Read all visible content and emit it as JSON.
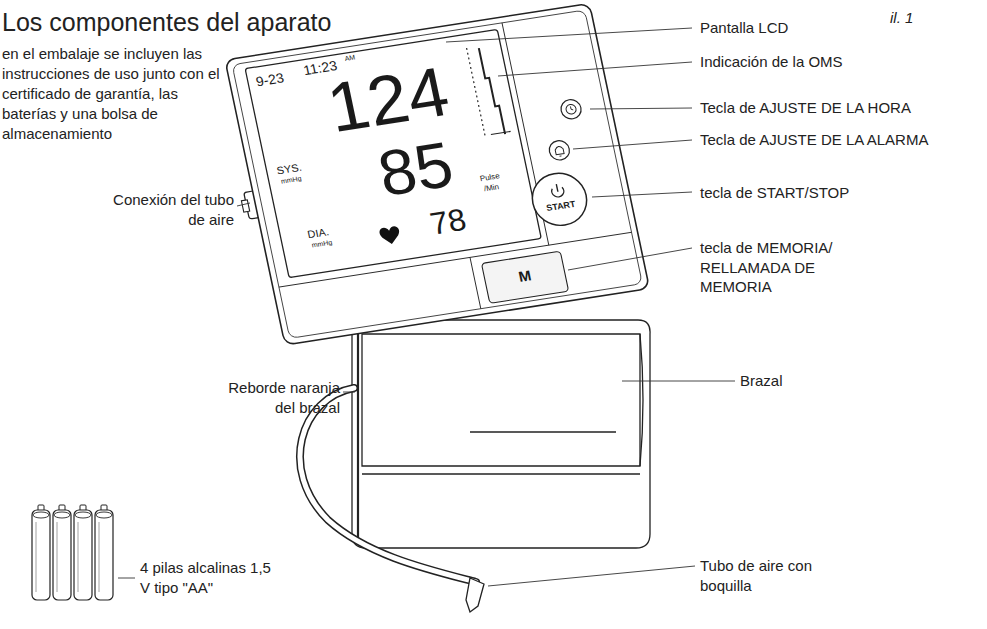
{
  "diagram": {
    "title": "Los componentes del aparato",
    "labels": [
      "il. 1",
      "en el embalaje se incluyen las instrucciones de uso junto con el certificado de garantía, las baterías y una bolsa de almacenamiento",
      "Pantalla LCD",
      "Indicación de la OMS",
      "Tecla de AJUSTE DE LA HORA",
      "Tecla de AJUSTE DE LA ALARMA",
      "tecla de START/STOP",
      "tecla de MEMORIA/ RELLAMADA DE MEMORIA",
      "Conexión del tubo de aire",
      "Brazal",
      "Reborde naranja del brazal",
      "4 pilas alcalinas 1,5 V tipo \"AA\"",
      "Tubo de aire con boquilla",
      "9-23",
      "11:23",
      "AM",
      "124",
      "85",
      "78",
      "SYS.",
      "mmHg",
      "DIA.",
      "mmHg",
      "Pulse",
      "/Min",
      "START",
      "M"
    ]
  }
}
